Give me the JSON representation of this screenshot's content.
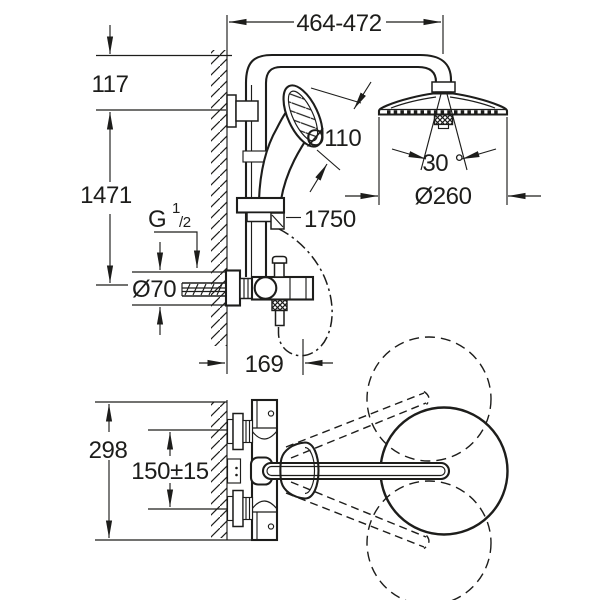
{
  "colors": {
    "ink": "#1d1d1b",
    "paper": "#ffffff"
  },
  "side_view": {
    "dim_wall_to_head_center": "464-472",
    "dim_arm_drop": "117",
    "dim_column_height": "1471",
    "thread_label": {
      "base": "G",
      "numerator": "1",
      "denominator": "/2"
    },
    "dim_handshower_diameter": "Ø110",
    "dim_hose_length": "1750",
    "dim_head_tilt_angle": "30 °",
    "dim_head_diameter": "Ø260",
    "dim_rosette_diameter": "Ø70",
    "dim_wall_to_hose_bend": "169"
  },
  "top_view": {
    "dim_body_span": "298",
    "dim_inlet_spacing": "150±15"
  }
}
